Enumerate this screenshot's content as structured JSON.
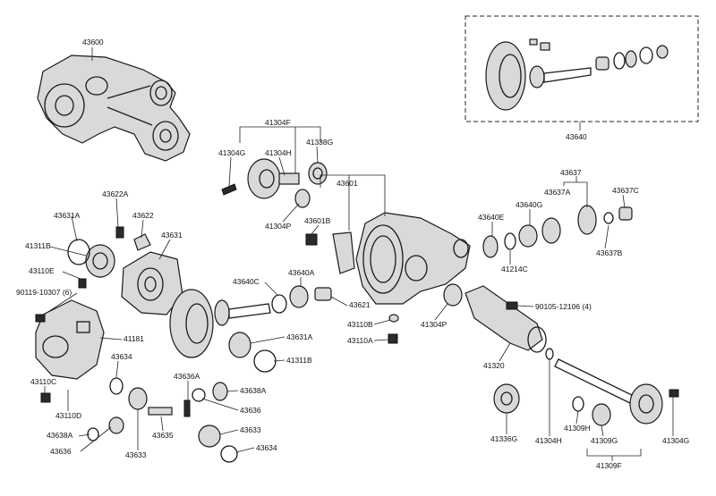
{
  "labels": {
    "l43600": "43600",
    "l43640": "43640",
    "l41304F": "41304F",
    "l41304G_top": "41304G",
    "l41304H_top": "41304H",
    "l41338G": "41338G",
    "l41304P_top": "41304P",
    "l43601": "43601",
    "l43601B": "43601B",
    "l43622A": "43622A",
    "l43622": "43622",
    "l43631A_top": "43631A",
    "l41311B_top": "41311B",
    "l43631": "43631",
    "l43110E": "43110E",
    "l90119": "90119-10307 (6)",
    "l41181": "41181",
    "l43640C": "43640C",
    "l43640A": "43640A",
    "l43621": "43621",
    "l43631A_bot": "43631A",
    "l41311B_bot": "41311B",
    "l43110B": "43110B",
    "l43110A": "43110A",
    "l41304P_mid": "41304P",
    "l43640E": "43640E",
    "l43640G": "43640G",
    "l43637": "43637",
    "l43637A": "43637A",
    "l43637C": "43637C",
    "l43637B": "43637B",
    "l41214C": "41214C",
    "l90105": "90105-12106 (4)",
    "l41320": "41320",
    "l43634_left": "43634",
    "l43110C": "43110C",
    "l43110D": "43110D",
    "l43638A_left": "43638A",
    "l43636_left": "43636",
    "l43633_left": "43633",
    "l43635": "43635",
    "l43636A": "43636A",
    "l43638A_right": "43638A",
    "l43636_right": "43636",
    "l43633_right": "43633",
    "l43634_right": "43634",
    "l41336G": "41336G",
    "l41304H_bot": "41304H",
    "l41309H": "41309H",
    "l41309G": "41309G",
    "l41304G_bot": "41304G",
    "l41309F": "41309F"
  }
}
